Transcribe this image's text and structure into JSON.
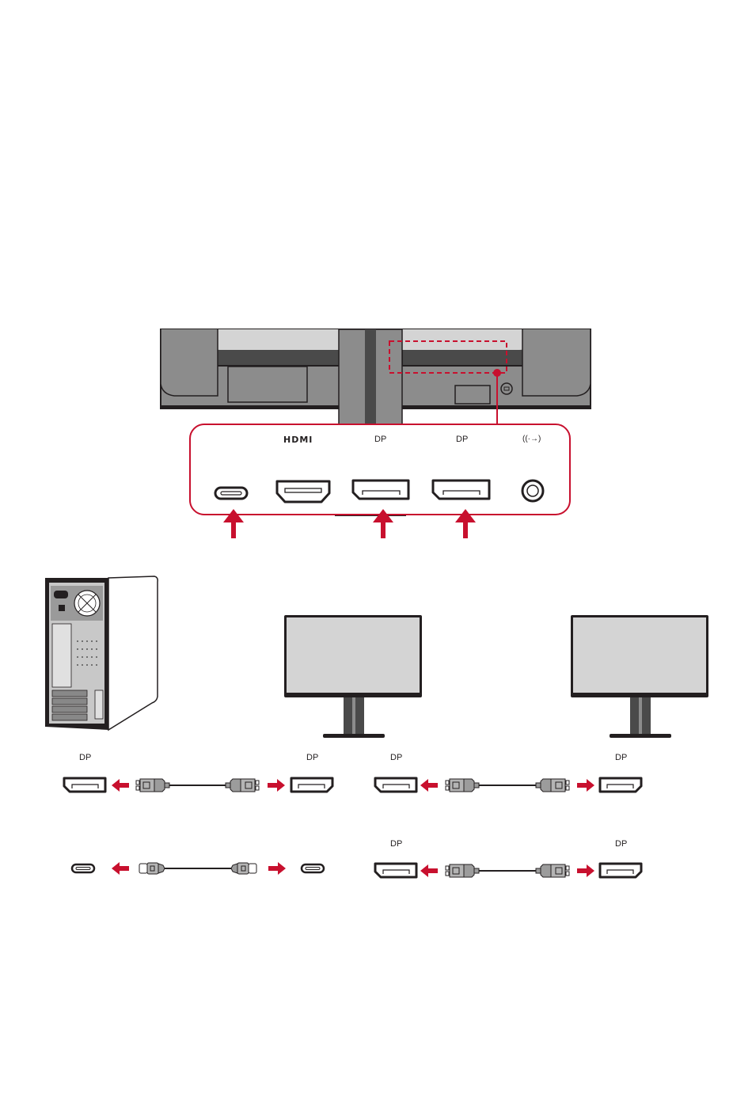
{
  "colors": {
    "accent_red": "#c8102e",
    "monitor_body": "#8c8c8c",
    "monitor_dark": "#4a4a4a",
    "screen_gray": "#d4d4d4",
    "outline": "#231f20"
  },
  "monitor_rear": {
    "callout": "highlighted-port-area"
  },
  "port_panel": {
    "ports": [
      {
        "id": "usb-c",
        "label": "",
        "icon": "usb-c-port-icon",
        "has_arrow": true
      },
      {
        "id": "hdmi",
        "label": "HDMI",
        "icon": "hdmi-port-icon",
        "has_arrow": false
      },
      {
        "id": "dp1",
        "label": "DP",
        "icon": "displayport-port-icon",
        "has_arrow": true
      },
      {
        "id": "dp2",
        "label": "DP",
        "icon": "displayport-port-icon",
        "has_arrow": true
      },
      {
        "id": "audio",
        "label": "((·→)",
        "icon": "audio-out-icon",
        "has_arrow": false
      }
    ]
  },
  "devices": [
    {
      "id": "pc",
      "icon": "desktop-tower-icon"
    },
    {
      "id": "monitor-2",
      "icon": "monitor-icon"
    },
    {
      "id": "monitor-3",
      "icon": "monitor-icon"
    }
  ],
  "connections": [
    {
      "id": "pc-dp-to-monitor",
      "left_label": "DP",
      "right_label": "DP",
      "cable": "displayport"
    },
    {
      "id": "pc-usbc-to-monitor",
      "left_label": "",
      "right_label": "",
      "cable": "usb-c"
    },
    {
      "id": "daisy-chain-1",
      "left_label": "DP",
      "right_label": "DP",
      "cable": "displayport"
    },
    {
      "id": "daisy-chain-2",
      "left_label": "DP",
      "right_label": "DP",
      "cable": "displayport"
    }
  ]
}
